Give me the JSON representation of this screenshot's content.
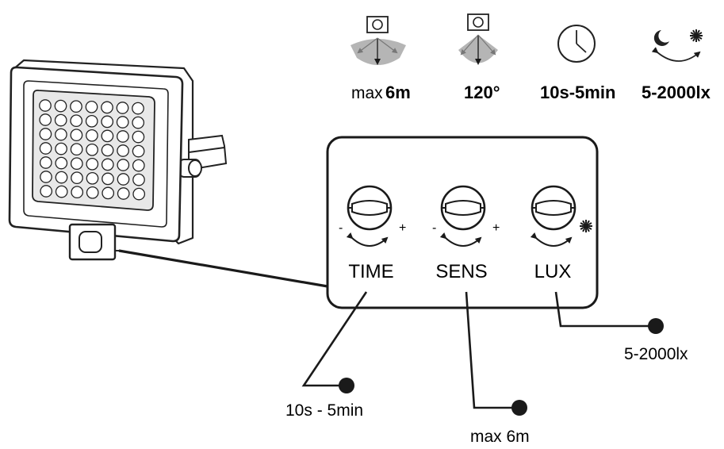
{
  "specs": {
    "range_prefix": "max",
    "range_value": "6m",
    "angle": "120°",
    "time": "10s-5min",
    "lux": "5-2000lx"
  },
  "knobs": [
    {
      "label": "TIME",
      "minus": "-",
      "plus": "+"
    },
    {
      "label": "SENS",
      "minus": "-",
      "plus": "+"
    },
    {
      "label": "LUX"
    }
  ],
  "callouts": {
    "time": "10s - 5min",
    "sens": "max 6m",
    "lux": "5-2000lx"
  },
  "icons": [
    "pir-range-icon",
    "pir-angle-icon",
    "clock-icon",
    "day-night-icon",
    "floodlight-illustration",
    "moon-icon",
    "sun-icon"
  ]
}
